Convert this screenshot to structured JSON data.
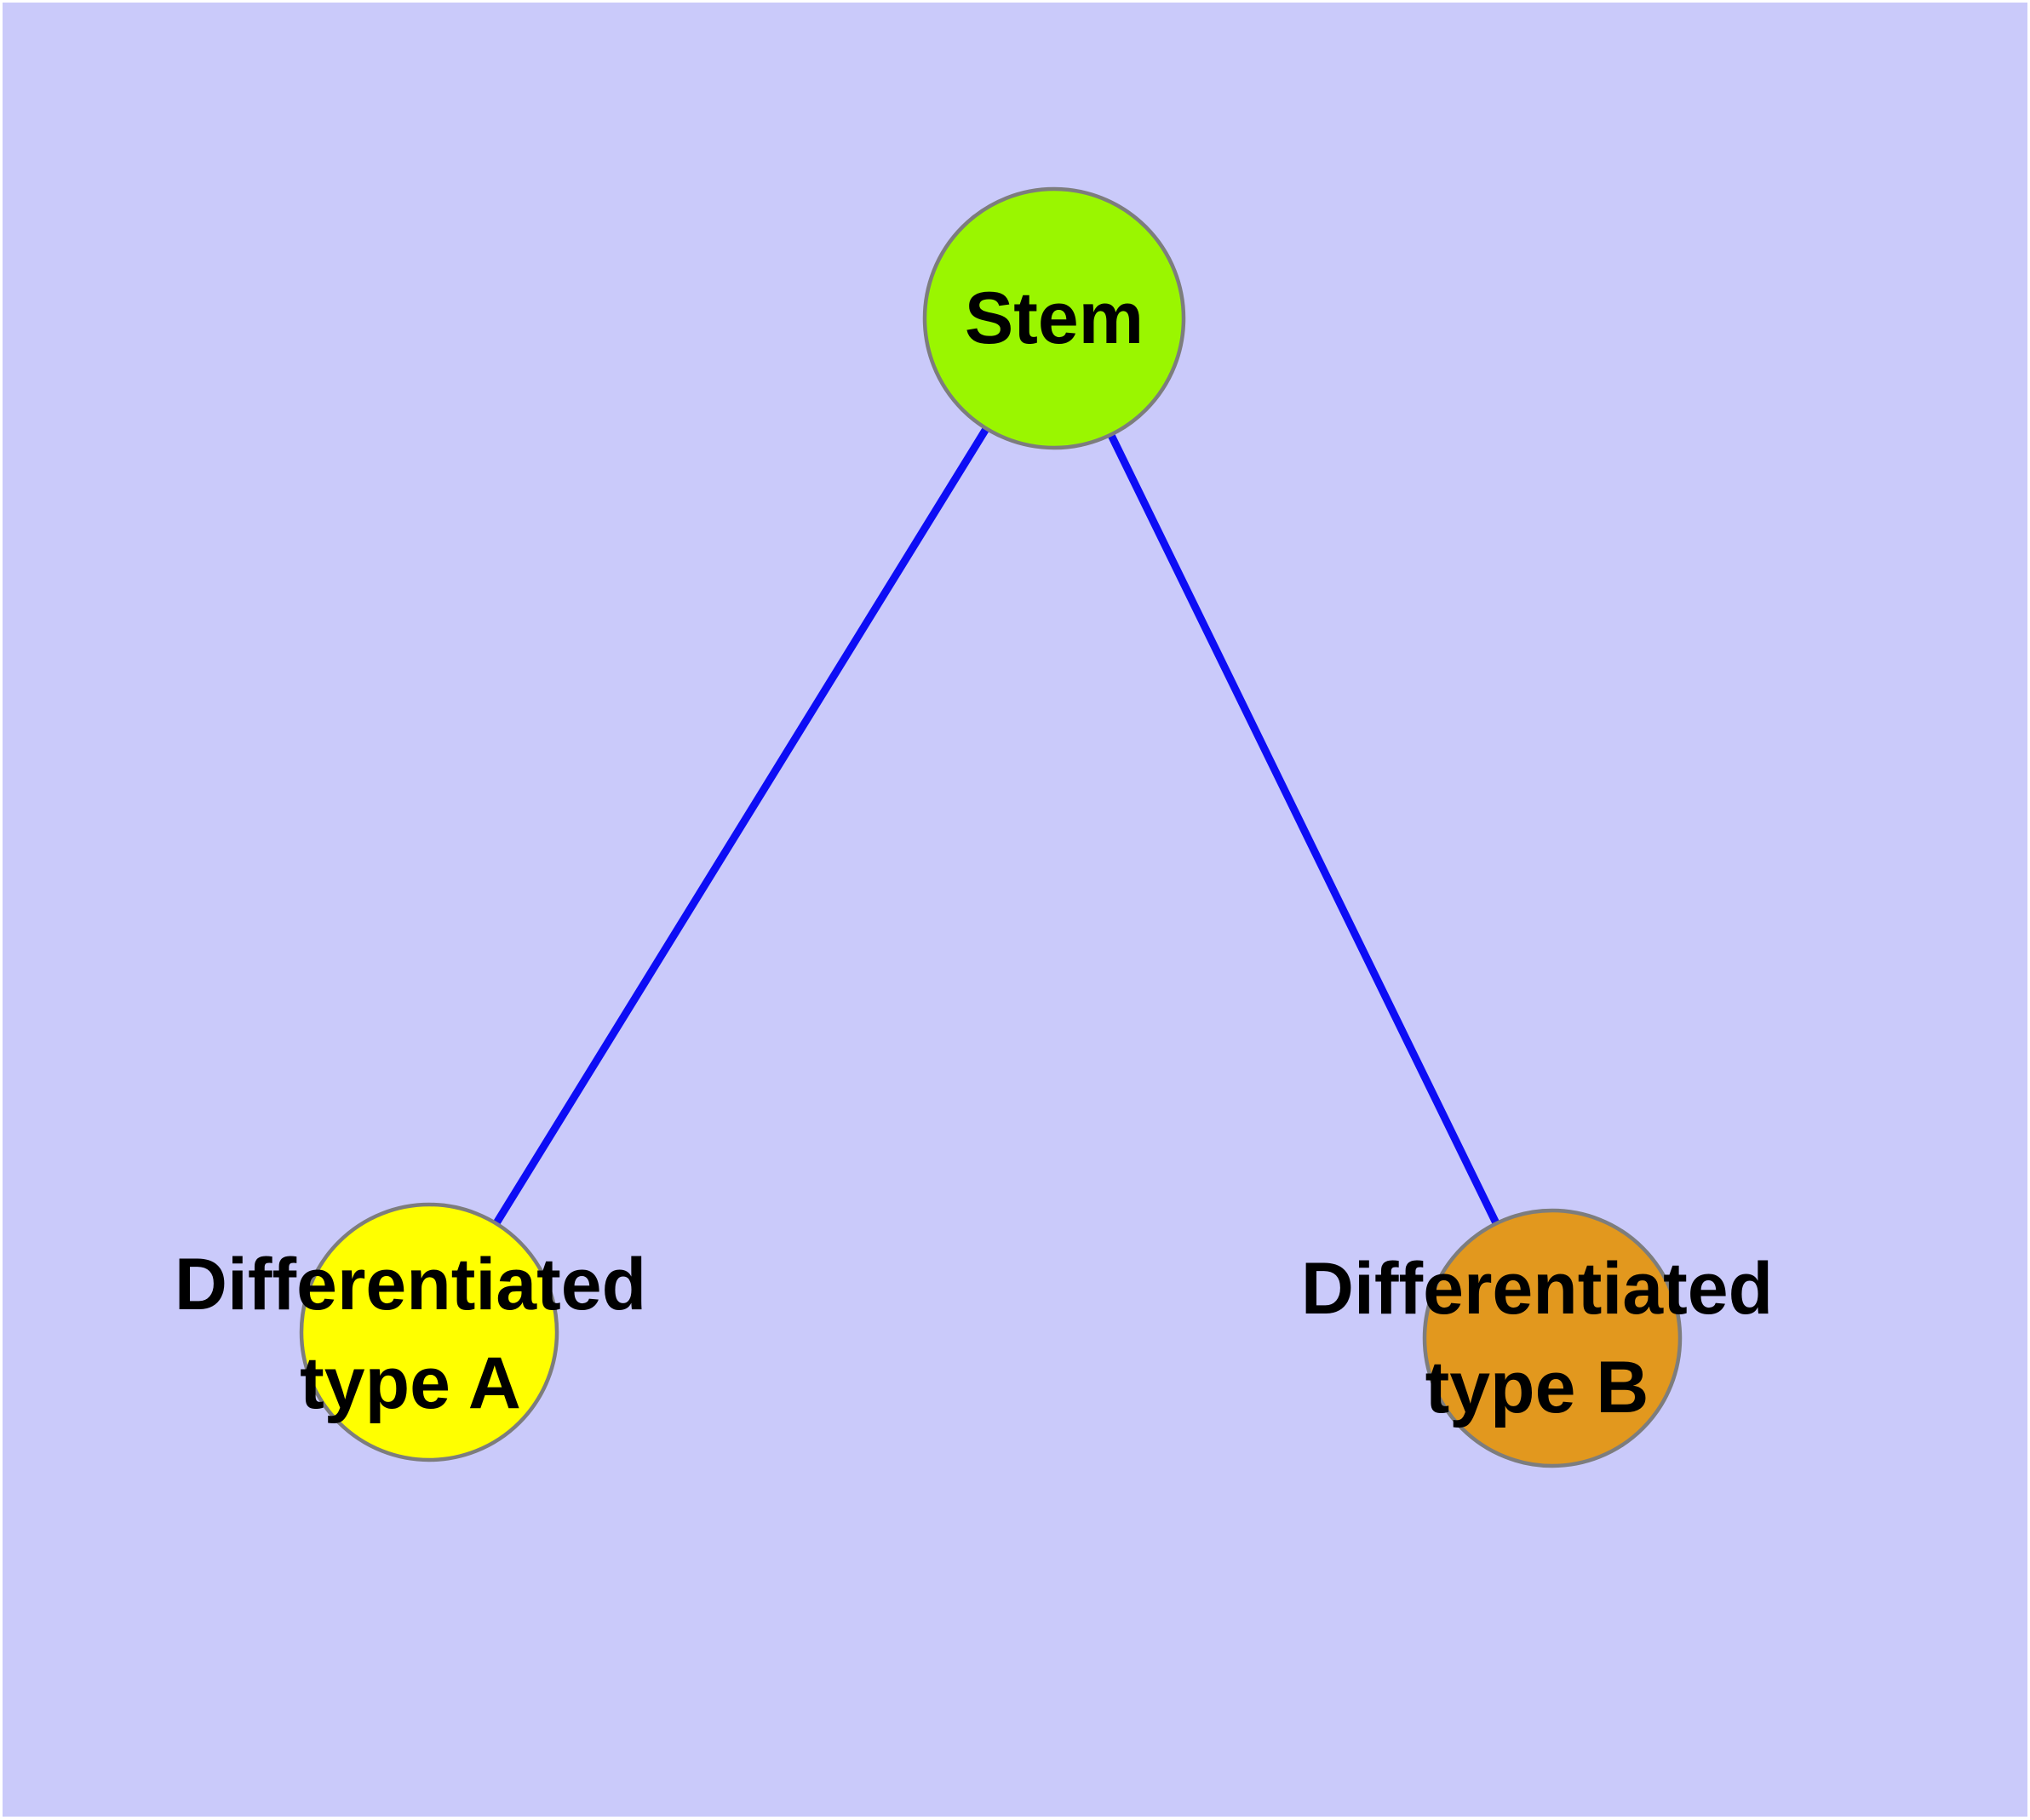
{
  "diagram": {
    "type": "node-link-graph",
    "background_color": "#cacafa",
    "page_margin_color": "#ffffff",
    "edge_color": "#0d0df5",
    "node_border_color": "#7d7d7d",
    "label_color": "#000000",
    "nodes": [
      {
        "id": "stem",
        "label": "Stem",
        "lines": [
          "Stem"
        ],
        "fill": "#9af600"
      },
      {
        "id": "differentiated-type-a",
        "label": "Differentiated type A",
        "lines": [
          "Differentiated",
          "type A"
        ],
        "fill": "#ffff00"
      },
      {
        "id": "differentiated-type-b",
        "label": "Differentiated type B",
        "lines": [
          "Differentiated",
          "type B"
        ],
        "fill": "#e2981e"
      }
    ],
    "edges": [
      {
        "from": "stem",
        "to": "differentiated-type-a"
      },
      {
        "from": "stem",
        "to": "differentiated-type-b"
      }
    ]
  }
}
